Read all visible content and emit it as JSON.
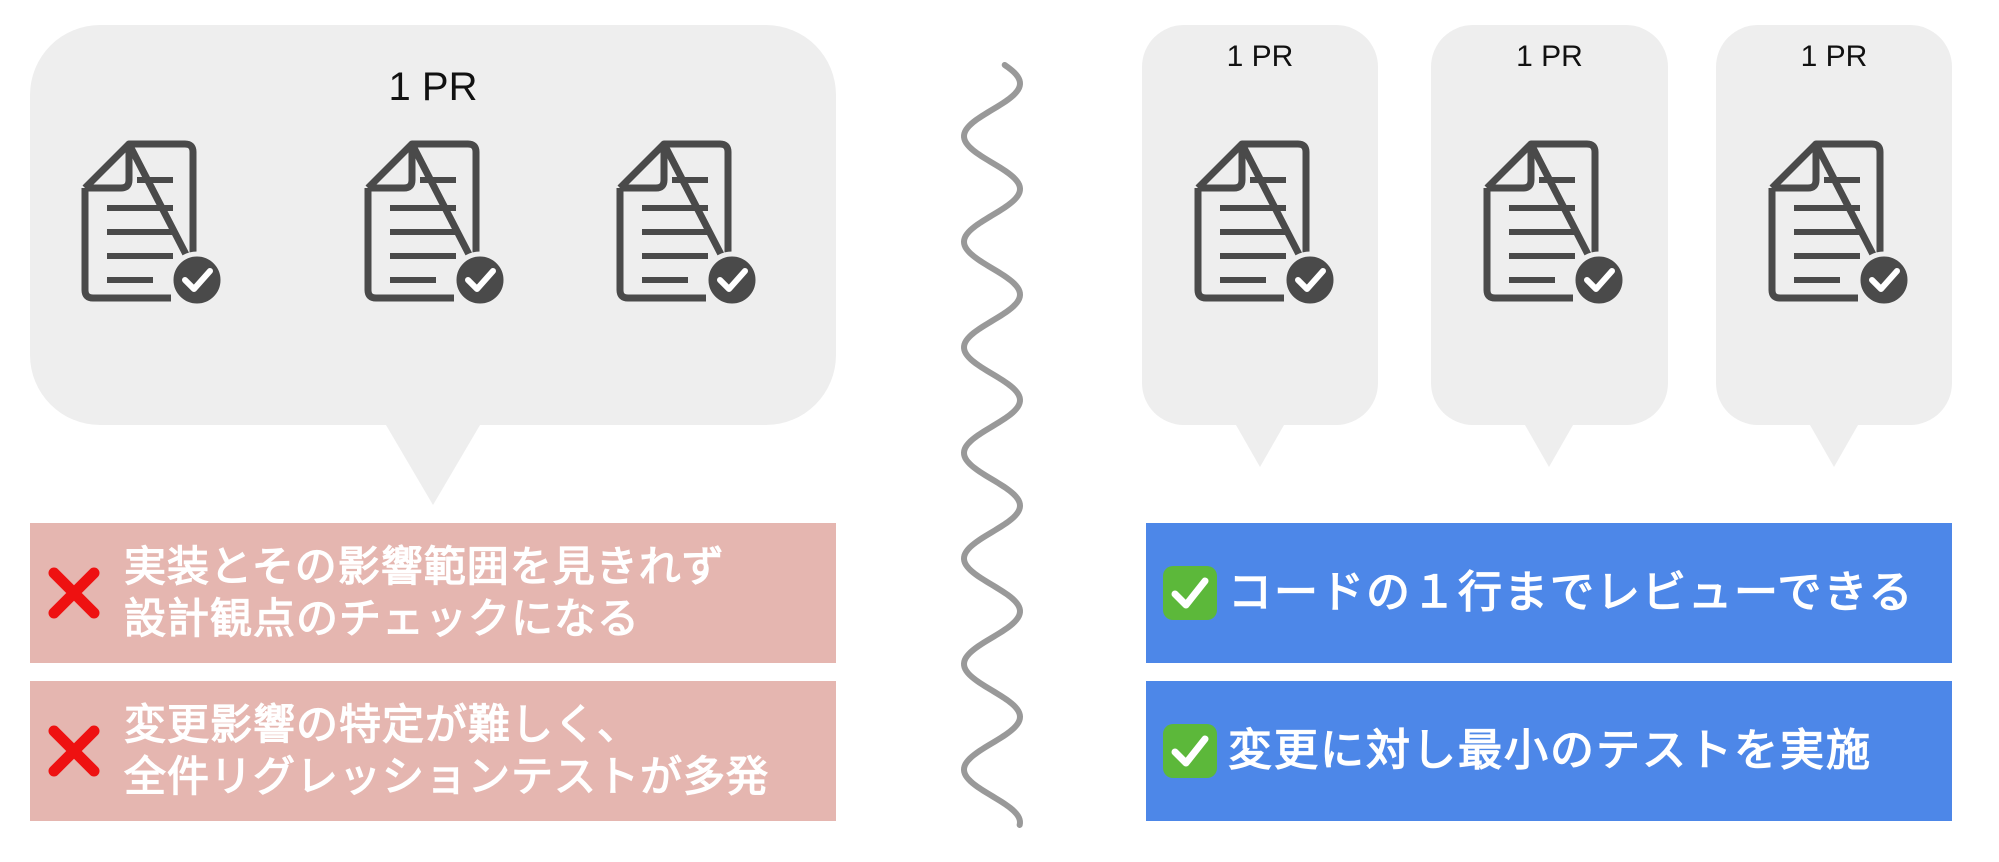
{
  "left": {
    "bubble_label": "1 PR",
    "notes": [
      {
        "icon": "cross-icon",
        "text": "実装とその影響範囲を見きれず\n設計観点のチェックになる"
      },
      {
        "icon": "cross-icon",
        "text": "変更影響の特定が難しく、\n全件リグレッションテストが多発"
      }
    ]
  },
  "right": {
    "bubble_labels": [
      "1 PR",
      "1 PR",
      "1 PR"
    ],
    "notes": [
      {
        "icon": "check-box-icon",
        "text": "コードの１行までレビューできる"
      },
      {
        "icon": "check-box-icon",
        "text": "変更に対し最小のテストを実施"
      }
    ]
  },
  "colors": {
    "bubble": "#eeeeee",
    "bad_note": "#e5b6b0",
    "good_note": "#4d87e8",
    "cross": "#ee1111",
    "check_box": "#5cb83a",
    "icon": "#4a4a4a",
    "divider": "#999999"
  }
}
